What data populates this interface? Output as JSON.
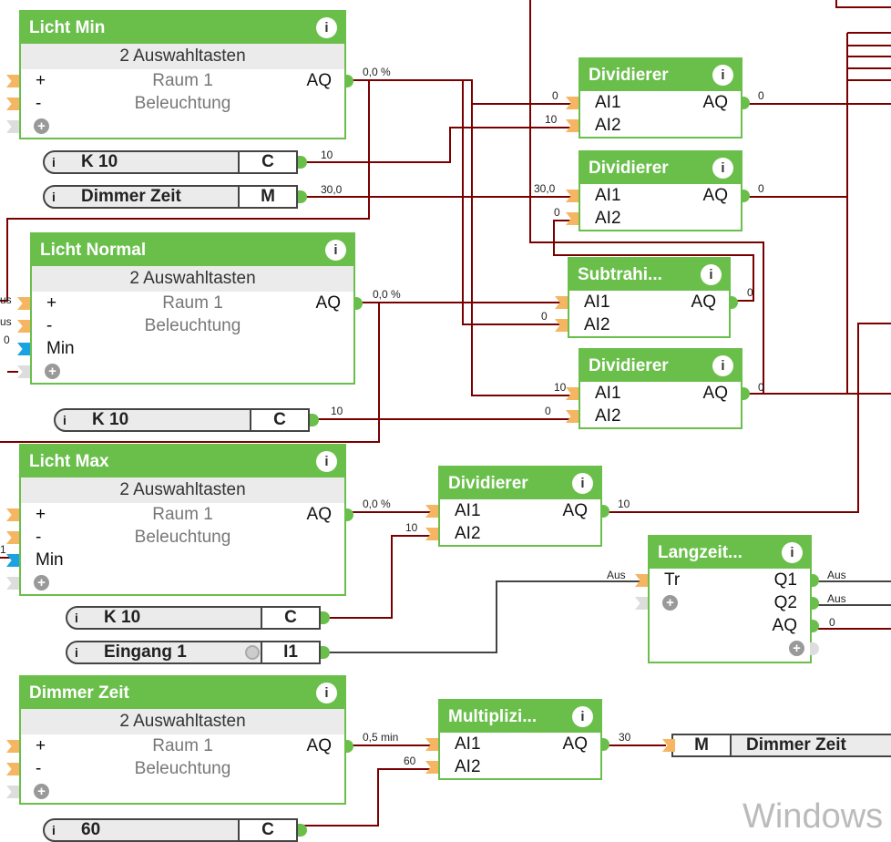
{
  "blocks": [
    {
      "title": "Licht Min",
      "subtitle": "2 Auswahltasten",
      "rows": [
        {
          "l": "+",
          "m": "Raum 1",
          "r": "AQ",
          "pin": "orange",
          "out": true
        },
        {
          "l": "-",
          "m": "Beleuchtung",
          "pin": "orange"
        },
        {
          "plus": true,
          "pin": "gray"
        }
      ]
    },
    {
      "title": "Licht Normal",
      "subtitle": "2 Auswahltasten",
      "rows": [
        {
          "l": "+",
          "m": "Raum 1",
          "r": "AQ",
          "pin": "orange",
          "out": true
        },
        {
          "l": "-",
          "m": "Beleuchtung",
          "pin": "orange"
        },
        {
          "l": "Min",
          "pin": "blue"
        },
        {
          "plus": true,
          "pin": "gray"
        }
      ]
    },
    {
      "title": "Licht Max",
      "subtitle": "2 Auswahltasten",
      "rows": [
        {
          "l": "+",
          "m": "Raum 1",
          "r": "AQ",
          "pin": "orange",
          "out": true
        },
        {
          "l": "-",
          "m": "Beleuchtung",
          "pin": "orange"
        },
        {
          "l": "Min",
          "pin": "blue"
        },
        {
          "plus": true,
          "pin": "gray"
        }
      ]
    },
    {
      "title": "Dimmer Zeit",
      "subtitle": "2 Auswahltasten",
      "rows": [
        {
          "l": "+",
          "m": "Raum 1",
          "r": "AQ",
          "pin": "orange",
          "out": true
        },
        {
          "l": "-",
          "m": "Beleuchtung",
          "pin": "orange"
        },
        {
          "plus": true,
          "pin": "gray"
        }
      ]
    },
    {
      "title": "Dividierer",
      "rows": [
        {
          "l": "AI1",
          "r": "AQ",
          "pin": "orange",
          "out": true
        },
        {
          "l": "AI2",
          "pin": "orange"
        }
      ]
    },
    {
      "title": "Dividierer",
      "rows": [
        {
          "l": "AI1",
          "r": "AQ",
          "pin": "orange",
          "out": true
        },
        {
          "l": "AI2",
          "pin": "orange"
        }
      ]
    },
    {
      "title": "Subtrahi...",
      "rows": [
        {
          "l": "AI1",
          "r": "AQ",
          "pin": "orange",
          "out": true
        },
        {
          "l": "AI2",
          "pin": "orange"
        }
      ]
    },
    {
      "title": "Dividierer",
      "rows": [
        {
          "l": "AI1",
          "r": "AQ",
          "pin": "orange",
          "out": true
        },
        {
          "l": "AI2",
          "pin": "orange"
        }
      ]
    },
    {
      "title": "Dividierer",
      "rows": [
        {
          "l": "AI1",
          "r": "AQ",
          "pin": "orange",
          "out": true
        },
        {
          "l": "AI2",
          "pin": "orange"
        }
      ]
    },
    {
      "title": "Langzeit...",
      "rows": [
        {
          "l": "Tr",
          "r": "Q1",
          "pin": "orange",
          "out": true
        },
        {
          "r": "Q2",
          "plus": true,
          "pin": "gray",
          "out": true
        },
        {
          "r": "AQ",
          "out": true
        },
        {
          "plusRight": true
        }
      ]
    },
    {
      "title": "Multiplizi...",
      "rows": [
        {
          "l": "AI1",
          "r": "AQ",
          "pin": "orange",
          "out": true
        },
        {
          "l": "AI2",
          "pin": "orange"
        }
      ]
    }
  ],
  "constants": [
    {
      "name": "K 10",
      "type": "C"
    },
    {
      "name": "Dimmer Zeit",
      "type": "M"
    },
    {
      "name": "K 10",
      "type": "C"
    },
    {
      "name": "K 10",
      "type": "C"
    },
    {
      "name": "Eingang 1",
      "type": "I1",
      "radio": true
    },
    {
      "name": "60",
      "type": "C"
    }
  ],
  "output": {
    "type": "M",
    "name": "Dimmer Zeit"
  },
  "wire_labels": [
    "0,0 %",
    "10",
    "30,0",
    "0,0 %",
    "10",
    "0,0 %",
    "10",
    "Aus",
    "0,5 min",
    "60",
    "30",
    "0",
    "10",
    "30,0",
    "0",
    "0",
    "0",
    "0",
    "0",
    "10",
    "0",
    "0",
    "10",
    "Aus",
    "Aus",
    "Aus",
    "0",
    "us",
    "us",
    "0",
    "1"
  ],
  "watermark": "Windows",
  "colors": {
    "header": "#6abf4b",
    "wire": "#7a0000",
    "wire_digital": "#444444",
    "input_pin": "#f5b562",
    "min_pin": "#1aa3e0"
  }
}
